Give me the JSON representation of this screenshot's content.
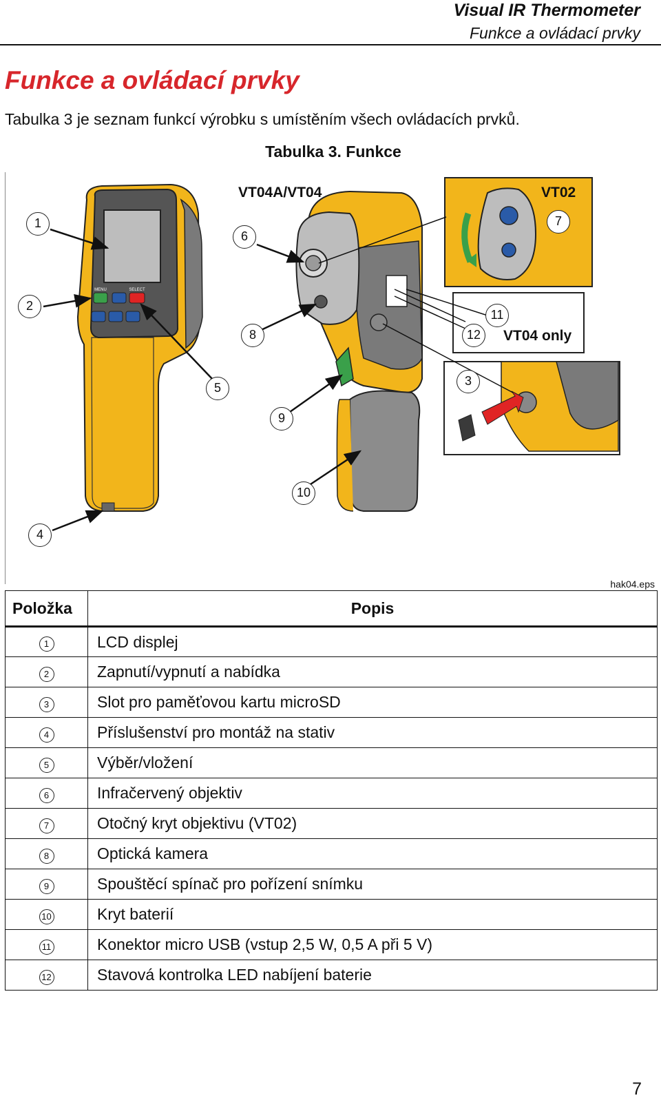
{
  "header": {
    "title": "Visual IR Thermometer",
    "subtitle": "Funkce a ovládací prvky"
  },
  "section_title": "Funkce a ovládací prvky",
  "intro": "Tabulka 3 je seznam funkcí výrobku s umístěním všech ovládacích prvků.",
  "table_caption": "Tabulka 3. Funkce",
  "figure": {
    "model_labels": {
      "vt04a_vt04": "VT04A/VT04",
      "vt02": "VT02",
      "vt04_only": "VT04 only"
    },
    "button_labels": {
      "menu": "MENU",
      "select": "SELECT"
    },
    "callouts": [
      "1",
      "2",
      "3",
      "4",
      "5",
      "6",
      "7",
      "8",
      "9",
      "10",
      "11",
      "12"
    ],
    "file_name": "hak04.eps",
    "colors": {
      "body_yellow": "#f2b51b",
      "grip_gray": "#8c8c8c",
      "bezel_dark": "#555555",
      "arrow_red": "#e02424",
      "lens_blue": "#2a5ba8"
    }
  },
  "table": {
    "headers": {
      "item": "Položka",
      "description": "Popis"
    },
    "rows": [
      {
        "num": "1",
        "desc": "LCD displej"
      },
      {
        "num": "2",
        "desc": "Zapnutí/vypnutí a nabídka"
      },
      {
        "num": "3",
        "desc": "Slot pro paměťovou kartu microSD"
      },
      {
        "num": "4",
        "desc": "Příslušenství pro montáž na stativ"
      },
      {
        "num": "5",
        "desc": "Výběr/vložení"
      },
      {
        "num": "6",
        "desc": "Infračervený objektiv"
      },
      {
        "num": "7",
        "desc": "Otočný kryt objektivu (VT02)"
      },
      {
        "num": "8",
        "desc": "Optická kamera"
      },
      {
        "num": "9",
        "desc": "Spouštěcí spínač pro pořízení snímku"
      },
      {
        "num": "10",
        "desc": "Kryt baterií"
      },
      {
        "num": "11",
        "desc": "Konektor micro USB (vstup 2,5 W, 0,5 A při 5 V)"
      },
      {
        "num": "12",
        "desc": "Stavová kontrolka LED nabíjení baterie"
      }
    ]
  },
  "page_number": "7"
}
